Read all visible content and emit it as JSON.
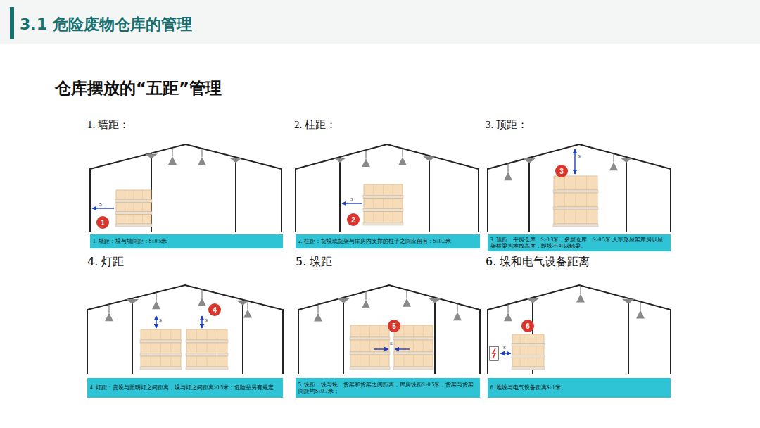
{
  "diagram": {
    "title": "3.1 危险废物仓库的管理",
    "nodes": [
      {
        "text": [
          "1"
        ]
      },
      {
        "text": [
          "1. 墙距：垛与墙间距：S≥0.5米"
        ]
      },
      {
        "text": [
          "2"
        ]
      },
      {
        "text": [
          "2. 柱距：货垛或货架与库房内支撑的柱子之间应留有：S≥0.3米"
        ]
      },
      {
        "text": [
          "3"
        ]
      },
      {
        "text": [
          "3. 顶距：平房仓库：S≥0.3米；多层仓库：S≥0.5米 人字形屋架库房以屋架横梁为堆放高度，即垛不可以触梁。"
        ]
      },
      {
        "text": [
          "4"
        ]
      },
      {
        "text": [
          "4. 灯距：货垛与照明灯之间距离，垛与灯之间距离≥0.5米；危险品另有规定"
        ]
      },
      {
        "text": [
          "5"
        ]
      },
      {
        "text": [
          "5. 垛距：垛与垛：货架和货架之间距离，库房垛距S≥0.5米；货架与货架间距均S≥0.7米；"
        ]
      },
      {
        "text": [
          "6"
        ]
      },
      {
        "text": [
          "6. 堆垛与电气设备距离S≥1米。"
        ]
      }
    ],
    "labels": [
      "仓库摆放的“五距”管理",
      "1. 墙距：",
      "S",
      "2. 柱距：",
      "S",
      "3. 顶距：",
      "S",
      "4. 灯距",
      "S",
      "S",
      "5. 垛距",
      "S",
      "6. 垛和电气设备距离",
      "S"
    ]
  }
}
